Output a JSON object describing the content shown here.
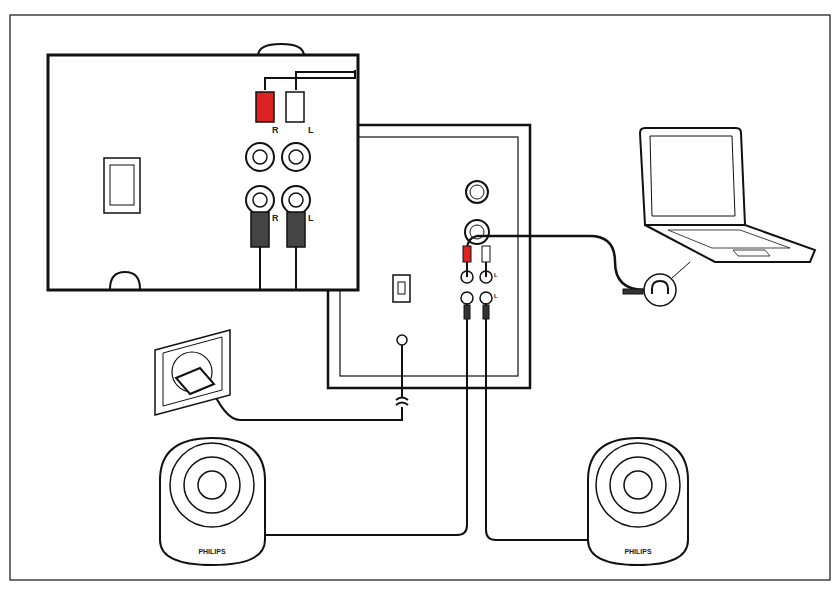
{
  "diagram": {
    "labels": [
      "R",
      "L",
      "R",
      "L",
      "L",
      "L",
      "PHILIPS",
      "PHILIPS"
    ]
  }
}
